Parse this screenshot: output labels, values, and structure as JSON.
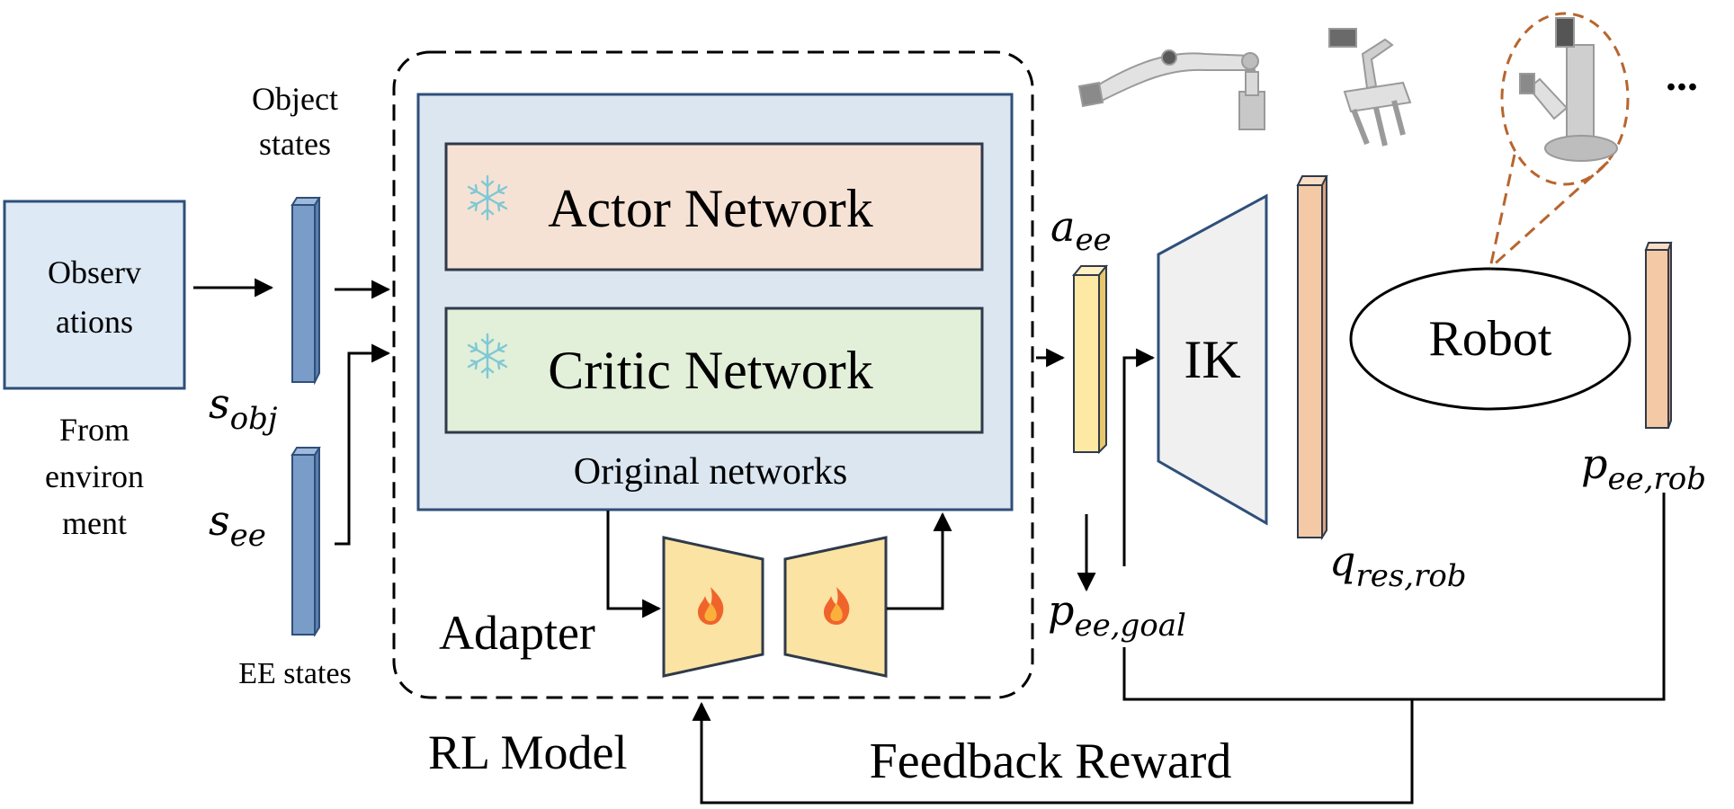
{
  "observations": {
    "line1": "Observ",
    "line2": "ations"
  },
  "from_environment": {
    "line1": "From",
    "line2": "environ",
    "line3": "ment"
  },
  "object_states": {
    "line1": "Object",
    "line2": "states"
  },
  "ee_states_label": "EE states",
  "s_obj": {
    "base": "s",
    "sub": "obj"
  },
  "s_ee": {
    "base": "s",
    "sub": "ee"
  },
  "actor_network": "Actor Network",
  "critic_network": "Critic Network",
  "original_networks": "Original networks",
  "adapter": "Adapter",
  "rl_model": "RL Model",
  "feedback_reward": "Feedback Reward",
  "a_ee": {
    "base": "a",
    "sub": "ee"
  },
  "p_ee_goal": {
    "base": "p",
    "sub": "ee,goal"
  },
  "ik": "IK",
  "q_res_rob": {
    "base": "q",
    "sub": "res,rob"
  },
  "robot": "Robot",
  "p_ee_rob": {
    "base": "p",
    "sub": "ee,rob"
  },
  "ellipsis": "...",
  "robot_images": [
    "robot-arm-image",
    "quadruped-arm-image",
    "mobile-manipulator-image"
  ],
  "colors": {
    "observations_fill": "#dde9f5",
    "state_bar_fill": "#7a9cc8",
    "networks_panel_fill": "#dbe6f1",
    "actor_fill": "#f6e2d5",
    "critic_fill": "#e2efd9",
    "adapter_fill": "#fbe3a3",
    "action_bar_fill": "#fde9a3",
    "joint_bar_fill": "#f4c9a6",
    "ik_fill": "#f0f0f0",
    "dashed_callout": "#b8652e"
  }
}
